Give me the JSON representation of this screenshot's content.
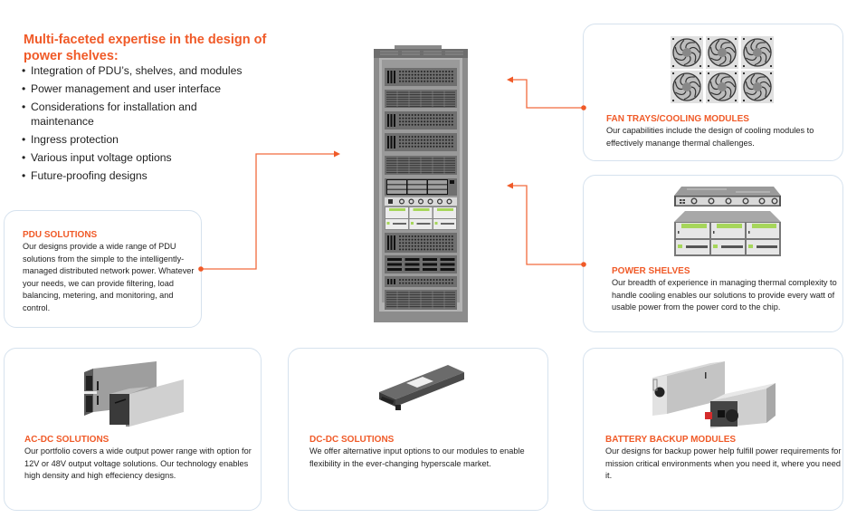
{
  "headline": "Multi-faceted expertise in the design of power shelves:",
  "bullets": [
    "Integration of PDU’s, shelves, and modules",
    "Power management and user interface",
    "Considerations for installation and maintenance",
    "Ingress protection",
    "Various input voltage options",
    "Future-proofing designs"
  ],
  "colors": {
    "accent": "#f05a28",
    "card_border": "#d6e2ee",
    "body_text": "#222222",
    "status_green": "#a6d65a"
  },
  "cards": {
    "pdu": {
      "title": "PDU SOLUTIONS",
      "text": "Our designs provide a wide range of PDU solutions from the simple to the intelligently-managed distributed network power. Whatever your needs, we can provide filtering, load balancing, metering, and monitoring, and control."
    },
    "fan": {
      "title": "FAN TRAYS/COOLING MODULES",
      "text": "Our capabilities include the design of cooling modules to effectively manange thermal challenges.",
      "icon": "fan-array-icon"
    },
    "power": {
      "title": "POWER SHELVES",
      "text": "Our breadth of experience in managing thermal complexity to handle cooling enables our solutions to provide every watt of usable power from the power cord to the chip.",
      "icon": "power-shelf-icon"
    },
    "acdc": {
      "title": "AC-DC SOLUTIONS",
      "text": "Our portfolio covers a wide output power range with option for 12V or 48V output voltage solutions. Our technology enables high density and high effeciency designs.",
      "icon": "power-supply-module-icon"
    },
    "dcdc": {
      "title": "DC-DC SOLUTIONS",
      "text": "We offer alternative input options to our modules to enable flexibility in the ever-changing hyperscale market.",
      "icon": "dc-dc-module-icon"
    },
    "battery": {
      "title": "BATTERY BACKUP MODULES",
      "text": "Our designs for backup power help fulfill power requirements for mission critical environments when you need it, where you need it.",
      "icon": "battery-backup-module-icon"
    }
  },
  "center_illustration": "server-rack-icon"
}
